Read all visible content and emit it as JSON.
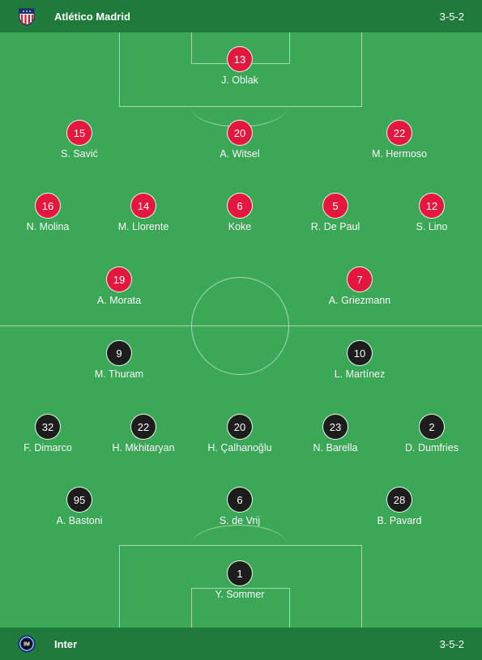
{
  "home": {
    "team": "Atlético Madrid",
    "formation": "3-5-2",
    "logo_icon": "atletico-madrid-crest-icon",
    "color": "#e4173e",
    "players": [
      {
        "number": "13",
        "name": "J. Oblak"
      },
      {
        "number": "15",
        "name": "S. Savić"
      },
      {
        "number": "20",
        "name": "A. Witsel"
      },
      {
        "number": "22",
        "name": "M. Hermoso"
      },
      {
        "number": "16",
        "name": "N. Molina"
      },
      {
        "number": "14",
        "name": "M. Llorente"
      },
      {
        "number": "6",
        "name": "Koke"
      },
      {
        "number": "5",
        "name": "R. De Paul"
      },
      {
        "number": "12",
        "name": "S. Lino"
      },
      {
        "number": "19",
        "name": "A. Morata"
      },
      {
        "number": "7",
        "name": "A. Griezmann"
      }
    ]
  },
  "away": {
    "team": "Inter",
    "formation": "3-5-2",
    "logo_icon": "inter-crest-icon",
    "color": "#1d1d1d",
    "players": [
      {
        "number": "9",
        "name": "M. Thuram"
      },
      {
        "number": "10",
        "name": "L. Martínez"
      },
      {
        "number": "32",
        "name": "F. Dimarco"
      },
      {
        "number": "22",
        "name": "H. Mkhitaryan"
      },
      {
        "number": "20",
        "name": "H. Çalhanoğlu"
      },
      {
        "number": "23",
        "name": "N. Barella"
      },
      {
        "number": "2",
        "name": "D. Dumfries"
      },
      {
        "number": "95",
        "name": "A. Bastoni"
      },
      {
        "number": "6",
        "name": "S. de Vrij"
      },
      {
        "number": "28",
        "name": "B. Pavard"
      },
      {
        "number": "1",
        "name": "Y. Sommer"
      }
    ]
  }
}
